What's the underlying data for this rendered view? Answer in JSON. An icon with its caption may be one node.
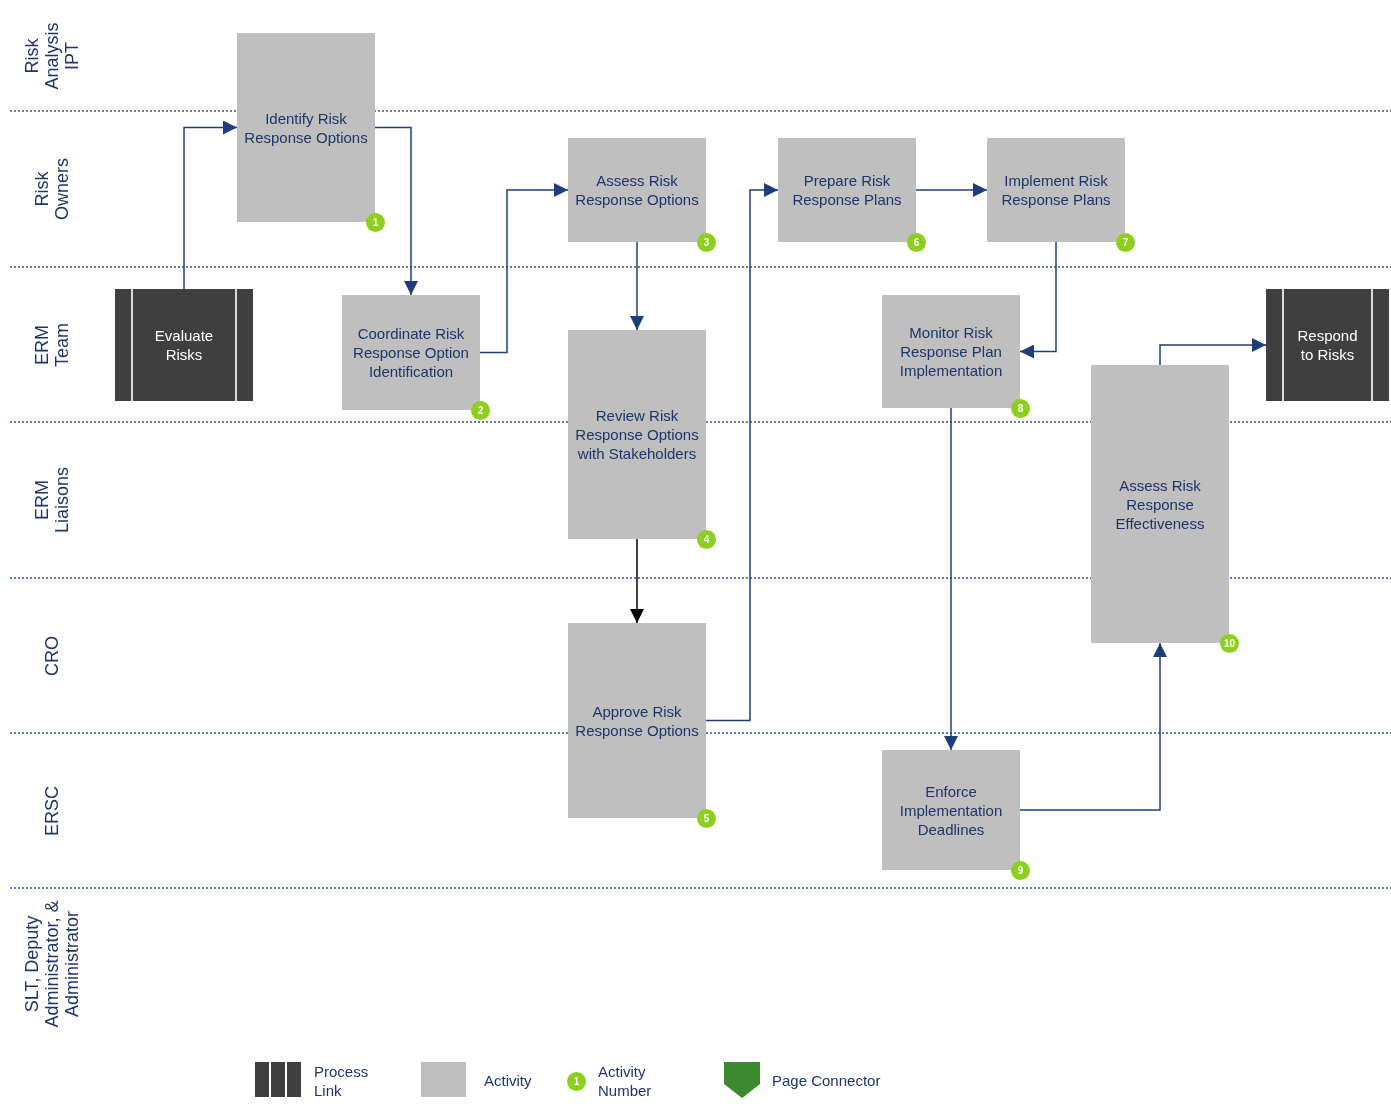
{
  "diagram": {
    "nodes": [
      {
        "text": [
          "Evaluate Risks"
        ]
      },
      {
        "text": [
          "Identify Risk Response Options"
        ],
        "beside": [
          "1"
        ]
      },
      {
        "text": [
          "Coordinate Risk Response Option Identification"
        ],
        "beside": [
          "2"
        ]
      },
      {
        "text": [
          "Assess Risk Response Options"
        ],
        "beside": [
          "3"
        ]
      },
      {
        "text": [
          "Review Risk Response Options with Stakeholders"
        ],
        "beside": [
          "4"
        ]
      },
      {
        "text": [
          "Approve Risk Response Options"
        ],
        "beside": [
          "5"
        ]
      },
      {
        "text": [
          "Prepare Risk Response Plans"
        ],
        "beside": [
          "6"
        ]
      },
      {
        "text": [
          "Implement Risk Response Plans"
        ],
        "beside": [
          "7"
        ]
      },
      {
        "text": [
          "Monitor Risk Response Plan Implementation"
        ],
        "beside": [
          "8"
        ]
      },
      {
        "text": [
          "Enforce Implementation Deadlines"
        ],
        "beside": [
          "9"
        ]
      },
      {
        "text": [
          "Assess Risk Response Effectiveness"
        ],
        "beside": [
          "10"
        ]
      },
      {
        "text": [
          "Respond to Risks"
        ]
      }
    ],
    "edges": [
      {
        "from": 0,
        "to": 1,
        "arrow": "to"
      },
      {
        "from": 1,
        "to": 2,
        "arrow": "to"
      },
      {
        "from": 2,
        "to": 3,
        "arrow": "to"
      },
      {
        "from": 3,
        "to": 4,
        "arrow": "to"
      },
      {
        "from": 4,
        "to": 5,
        "arrow": "to",
        "color": "#000000"
      },
      {
        "from": 5,
        "to": 6,
        "arrow": "to"
      },
      {
        "from": 6,
        "to": 7,
        "arrow": "to"
      },
      {
        "from": 7,
        "to": 8,
        "arrow": "to"
      },
      {
        "from": 8,
        "to": 9,
        "arrow": "to"
      },
      {
        "from": 9,
        "to": 10,
        "arrow": "to"
      },
      {
        "from": 10,
        "to": 11,
        "arrow": "to"
      }
    ],
    "labels": [
      "Risk Analysis IPT",
      "Risk Owners",
      "ERM Team",
      "ERM Liaisons",
      "CRO",
      "ERSC",
      "SLT, Deputy Administrator, & Administrator",
      "1"
    ],
    "legend": [
      {
        "text": "Process Link"
      },
      {
        "text": "Activity",
        "color": "#bfbfbf"
      },
      {
        "text": "Activity Number",
        "color": "#8dcf1f"
      },
      {
        "text": "Page Connector",
        "color": "#3b8a2f"
      }
    ]
  }
}
